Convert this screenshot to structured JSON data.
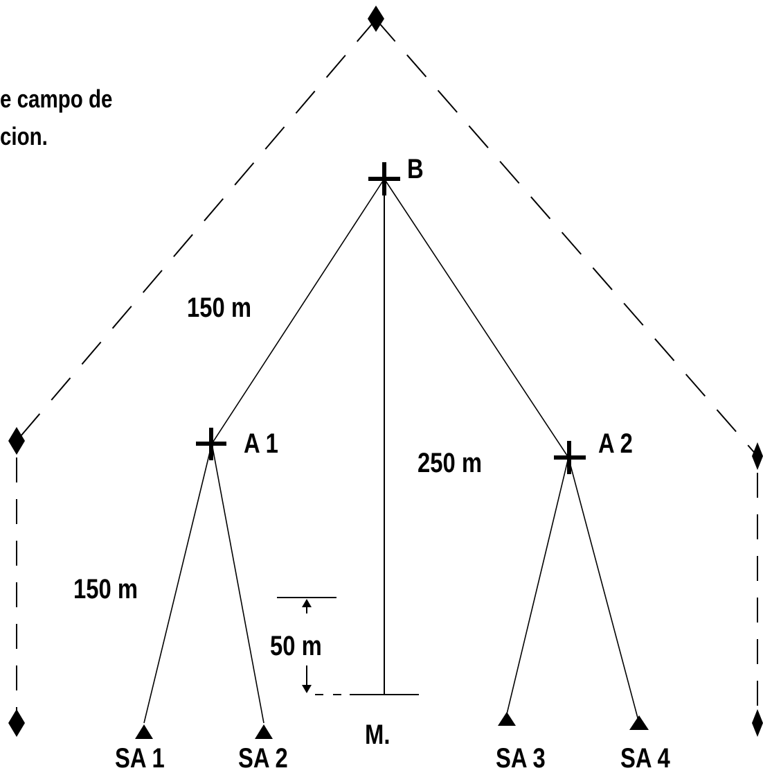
{
  "diagram": {
    "note_lines": [
      "e campo de",
      "cion."
    ],
    "nodes": {
      "B": "B",
      "A1": "A 1",
      "A2": "A 2",
      "M": "M.",
      "SA1": "SA 1",
      "SA2": "SA 2",
      "SA3": "SA 3",
      "SA4": "SA 4"
    },
    "distances": {
      "b_to_a1": "150 m",
      "b_to_m": "250 m",
      "a1_to_sa": "150 m",
      "m_offset": "50 m"
    }
  },
  "colors": {
    "ink": "#000000",
    "background": "#ffffff"
  }
}
